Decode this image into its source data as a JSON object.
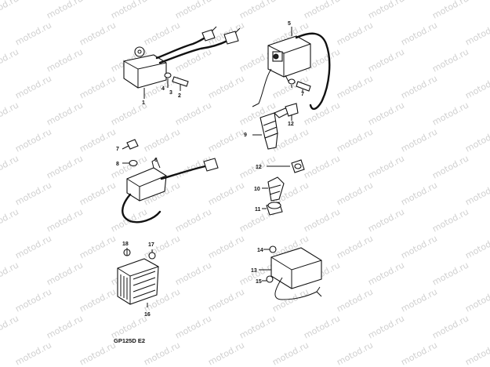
{
  "watermark": {
    "text": "motod.ru",
    "color": "#d0d0d0"
  },
  "model_label": "GP125D E2",
  "callouts": [
    "1",
    "2",
    "3",
    "4",
    "5",
    "6",
    "7",
    "7",
    "8",
    "9",
    "10",
    "11",
    "12",
    "12",
    "13",
    "14",
    "15",
    "16",
    "17",
    "18"
  ],
  "colors": {
    "ink": "#111111",
    "background": "#ffffff"
  }
}
